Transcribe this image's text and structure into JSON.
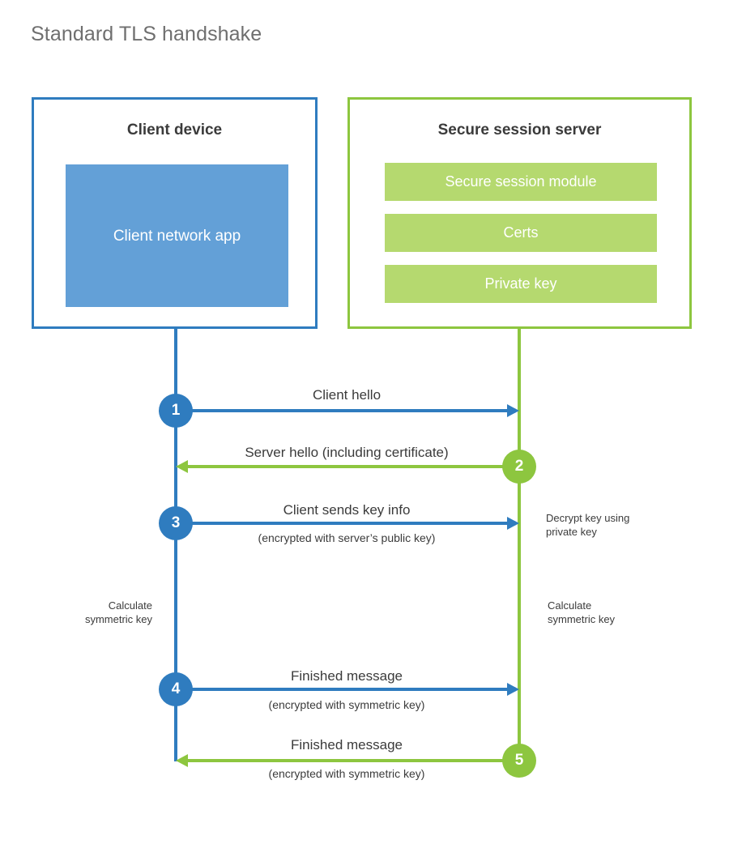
{
  "title": "Standard TLS handshake",
  "colors": {
    "client_accent": "#2F7CBF",
    "client_fill": "#63A0D7",
    "server_accent": "#8DC63F",
    "server_fill": "#B5D96F",
    "text": "#3b3b3b",
    "title_text": "#6f6f6f",
    "background": "#ffffff"
  },
  "client": {
    "title": "Client device",
    "app_label": "Client network app"
  },
  "server": {
    "title": "Secure session server",
    "modules": [
      {
        "label": "Secure session module"
      },
      {
        "label": "Certs"
      },
      {
        "label": "Private key"
      }
    ]
  },
  "steps": [
    {
      "number": "1",
      "primary": "Client hello",
      "secondary": "",
      "direction": "client-to-server",
      "color": "#2F7CBF"
    },
    {
      "number": "2",
      "primary": "Server hello (including certificate)",
      "secondary": "",
      "direction": "server-to-client",
      "color": "#8DC63F"
    },
    {
      "number": "3",
      "primary": "Client sends key info",
      "secondary": "(encrypted with server’s public key)",
      "direction": "client-to-server",
      "color": "#2F7CBF"
    },
    {
      "number": "4",
      "primary": "Finished message",
      "secondary": "(encrypted with symmetric key)",
      "direction": "client-to-server",
      "color": "#2F7CBF"
    },
    {
      "number": "5",
      "primary": "Finished message",
      "secondary": "(encrypted with symmetric key)",
      "direction": "server-to-client",
      "color": "#8DC63F"
    }
  ],
  "notes": {
    "decrypt_key": "Decrypt key using\nprivate key",
    "calculate_symmetric_key_client": "Calculate\nsymmetric key",
    "calculate_symmetric_key_server": "Calculate\nsymmetric key"
  }
}
